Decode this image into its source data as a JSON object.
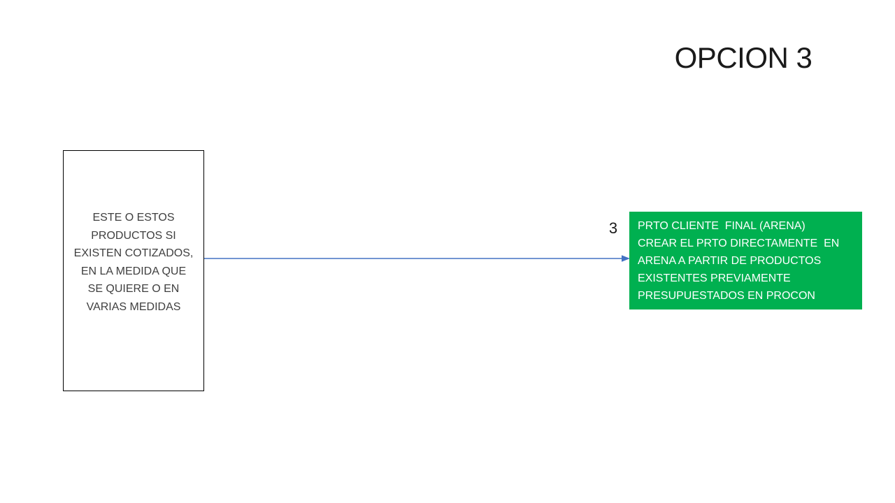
{
  "slide": {
    "title": "OPCION 3",
    "source_box": {
      "text": "ESTE O ESTOS\nPRODUCTOS SI\nEXISTEN COTIZADOS,\nEN LA MEDIDA QUE\nSE QUIERE O EN\nVARIAS MEDIDAS",
      "border_color": "#000000",
      "text_color": "#3f3f3f"
    },
    "connector": {
      "label": "3",
      "color": "#4472C4"
    },
    "target_box": {
      "text": "PRTO CLIENTE  FINAL (ARENA)\nCREAR EL PRTO DIRECTAMENTE  EN\nARENA A PARTIR DE PRODUCTOS\nEXISTENTES PREVIAMENTE\nPRESUPUESTADOS EN PROCON",
      "background": "#00B050",
      "text_color": "#FFFFFF"
    }
  }
}
